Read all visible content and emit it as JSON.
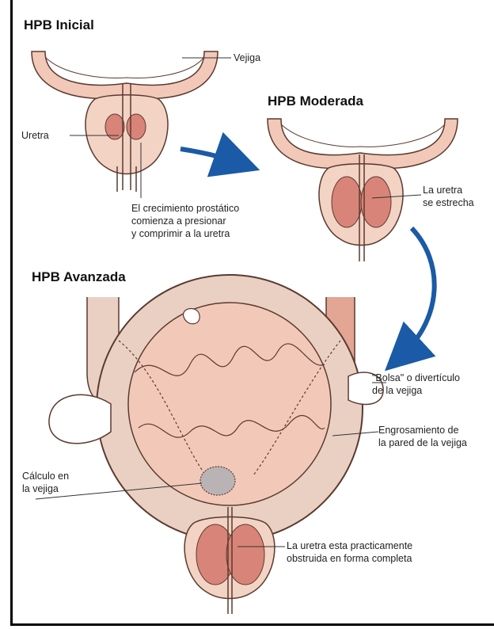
{
  "titles": {
    "initial": "HPB Inicial",
    "moderate": "HPB Moderada",
    "advanced": "HPB Avanzada"
  },
  "labels": {
    "bladder": "Vejiga",
    "urethra": "Uretra",
    "growth_line1": "El crecimiento prostático",
    "growth_line2": "comienza a presionar",
    "growth_line3": "y comprimir a la uretra",
    "narrows_line1": "La uretra",
    "narrows_line2": "se estrecha",
    "diverticulum_line1": "\"Bolsa\" o divertículo",
    "diverticulum_line2": "de la vejiga",
    "thickening_line1": "Engrosamiento de",
    "thickening_line2": "la pared de la vejiga",
    "stone_line1": "Cálculo en",
    "stone_line2": "la vejiga",
    "obstructed_line1": "La uretra esta practicamente",
    "obstructed_line2": "obstruida en forma completa"
  },
  "colors": {
    "tissue": "#f2c9b8",
    "tissue_dark": "#e3a594",
    "wall": "#ead0c2",
    "outline": "#5a3a30",
    "prostate_lobe": "#d98478",
    "arrow": "#1a5aa6"
  }
}
